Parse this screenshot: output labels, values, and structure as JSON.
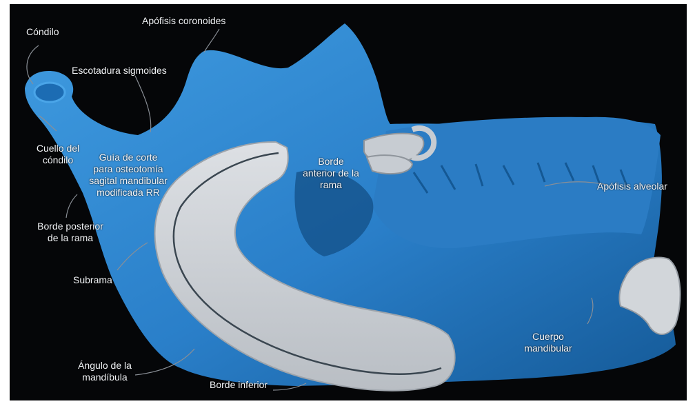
{
  "colors": {
    "background": "#050608",
    "bone": "#2a7fc9",
    "bone_light": "#3f9be0",
    "bone_dark": "#155a98",
    "guide": "#cfd3d8",
    "guide_edge": "#9ea4ab",
    "label": "#f2f4f7",
    "leader": "#8a8f96"
  },
  "labels": {
    "condilo": "Cóndilo",
    "apofisis_coronoides": "Apófisis coronoides",
    "escotadura_sigmoides": "Escotadura sigmoides",
    "cuello_condilo": "Cuello del\ncóndilo",
    "guia_corte": "Guía de corte\npara osteotomía\nsagital mandibular\nmodificada RR",
    "borde_anterior": "Borde\nanterior de la\nrama",
    "apofisis_alveolar": "Apófisis alveolar",
    "borde_posterior": "Borde posterior\nde la rama",
    "subrama": "Subrama",
    "cuerpo_mandibular": "Cuerpo\nmandibular",
    "angulo_mandibula": "Ángulo de la\nmandíbula",
    "borde_inferior": "Borde inferior"
  }
}
